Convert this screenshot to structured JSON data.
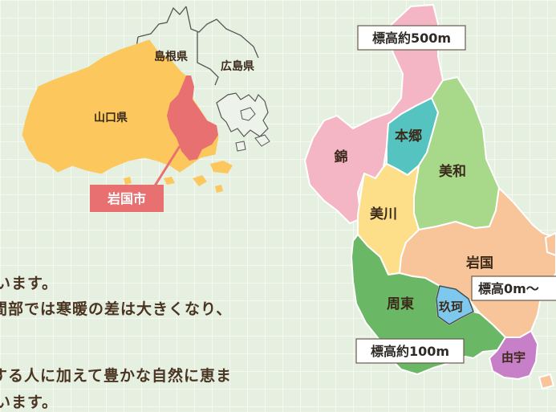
{
  "prefecture_map": {
    "labels": {
      "shimane": "島根県",
      "hiroshima": "広島県",
      "yamaguchi": "山口県",
      "iwakuni": "岩国市"
    },
    "colors": {
      "yamaguchi": "#fcc85e",
      "iwakuni": "#e87070",
      "outline": "#555555"
    }
  },
  "district_map": {
    "districts": {
      "nishiki": "錦",
      "hongo": "本郷",
      "miwa": "美和",
      "mikawa": "美川",
      "iwakuni": "岩国",
      "shuto": "周東",
      "kuga": "玖珂",
      "yu": "由宇"
    },
    "colors": {
      "nishiki": "#f4b6c4",
      "hongo": "#55c3c0",
      "miwa": "#a8d88a",
      "mikawa": "#fddf8a",
      "iwakuni": "#f8c49a",
      "shuto": "#6ab866",
      "kuga": "#7ec8ee",
      "yu": "#c77fc7"
    },
    "annotations": {
      "elev_500": "標高約500m",
      "elev_0": "標高0m～",
      "elev_100": "標高約100m"
    }
  },
  "body_text": {
    "line1": "います。",
    "line2": "間部では寒暖の差は大きくなり、",
    "line3": "する人に加えて豊かな自然に恵ま",
    "line4": "います。"
  }
}
